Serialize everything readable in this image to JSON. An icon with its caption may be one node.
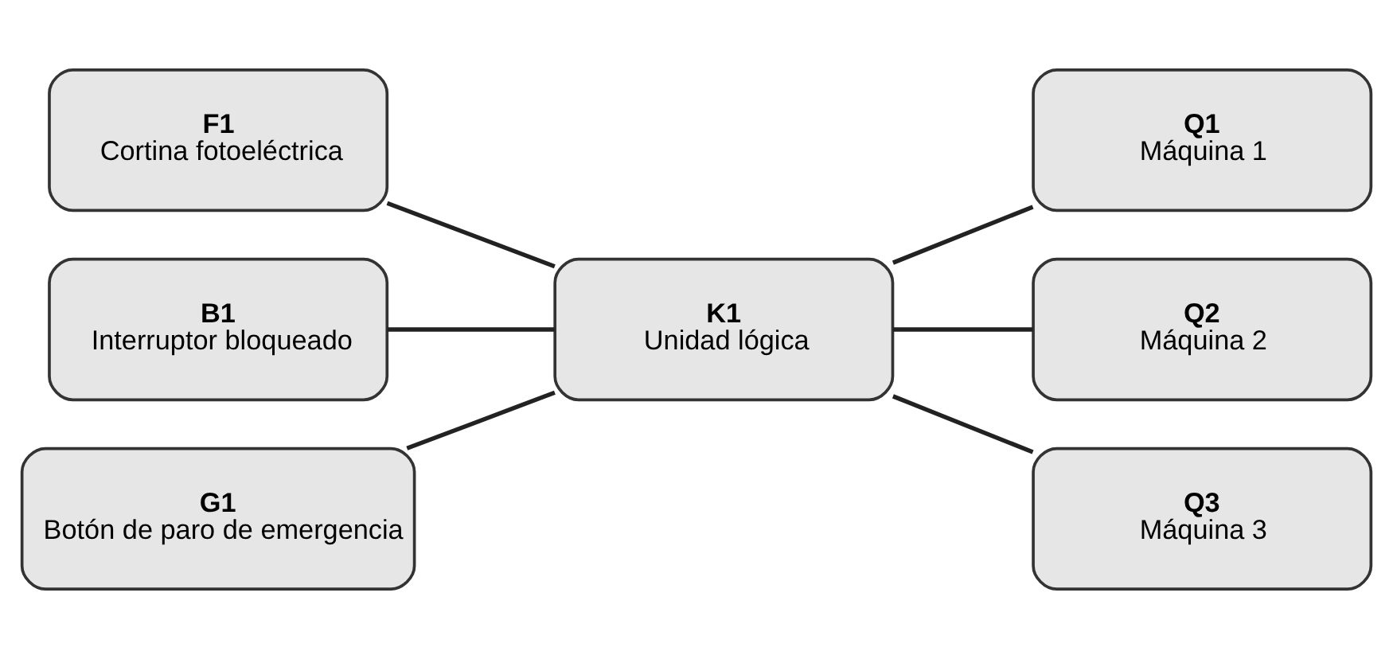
{
  "diagram": {
    "nodes": [
      {
        "text": [
          "F1",
          "Cortina fotoeléctrica"
        ]
      },
      {
        "text": [
          "B1",
          "Interruptor bloqueado"
        ]
      },
      {
        "text": [
          "G1",
          "Botón de paro de emergencia"
        ]
      },
      {
        "text": [
          "K1",
          "Unidad lógica"
        ]
      },
      {
        "text": [
          "Q1",
          "Máquina 1"
        ]
      },
      {
        "text": [
          "Q2",
          "Máquina 2"
        ]
      },
      {
        "text": [
          "Q3",
          "Máquina 3"
        ]
      }
    ],
    "edges": [
      {
        "from": 0,
        "to": 3,
        "arrow": "none"
      },
      {
        "from": 1,
        "to": 3,
        "arrow": "none"
      },
      {
        "from": 2,
        "to": 3,
        "arrow": "none"
      },
      {
        "from": 3,
        "to": 4,
        "arrow": "none"
      },
      {
        "from": 3,
        "to": 5,
        "arrow": "none"
      },
      {
        "from": 3,
        "to": 6,
        "arrow": "none"
      }
    ]
  }
}
